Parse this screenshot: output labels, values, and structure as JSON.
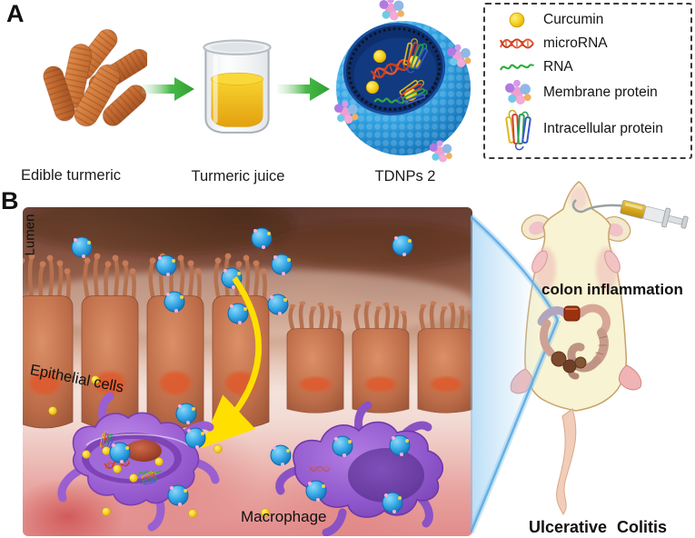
{
  "figure": {
    "panel_a": {
      "label": "A",
      "steps": [
        {
          "name": "turmeric-roots",
          "caption": "Edible turmeric"
        },
        {
          "name": "beaker",
          "caption": "Turmeric juice"
        },
        {
          "name": "nanoparticle",
          "caption": "TDNPs 2"
        }
      ],
      "legend": {
        "items": [
          {
            "icon": "curcumin-icon",
            "label": "Curcumin",
            "color": "#f7d41d"
          },
          {
            "icon": "microrna-icon",
            "label": "microRNA",
            "color": "#e2562f"
          },
          {
            "icon": "rna-icon",
            "label": "RNA",
            "color": "#2fae3e"
          },
          {
            "icon": "membrane-protein-icon",
            "label": "Membrane protein",
            "color": "#ef9ed2"
          },
          {
            "icon": "intracellular-protein-icon",
            "label": "Intracellular protein",
            "color": "#d8b020"
          }
        ]
      }
    },
    "panel_b": {
      "label": "B",
      "annotations": {
        "lumen": "Lumen",
        "epithelial": "Epithelial cells",
        "macrophage": "Macrophage",
        "colon": "colon inflammation",
        "disease": "Ulcerative Colitis"
      }
    },
    "colors": {
      "nanoparticle_blue": "#2b9de0",
      "curcumin_yellow": "#f7d41d",
      "process_arrow_green": "#3cb83c",
      "uptake_arrow_yellow": "#ffdf00",
      "macrophage_purple": "#9b63d0",
      "epithelium_tan": "#c17a58",
      "lumen_brown": "#7d4c3c",
      "mucosa_pink": "#e8a4a0",
      "mouse_cream": "#f8f3d2",
      "inflamed_colon_red": "#9a3010"
    }
  }
}
